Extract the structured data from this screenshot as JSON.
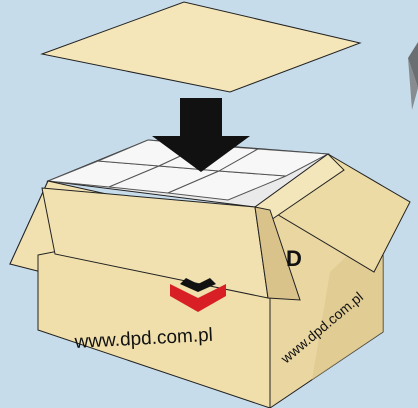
{
  "illustration": {
    "front_url": "www.dpd.com.pl",
    "side_url": "www.dpd.com.pl",
    "side_logo_fragment": "D",
    "colors": {
      "background": "#c7dcea",
      "box_front": "#f0dfab",
      "box_side": "#e9d6a1",
      "flap": "#f1e1b0",
      "lid": "#f4e6b8",
      "arrow": "#111111",
      "accent_red": "#d81f26",
      "cushion": "#f5f5f5",
      "corner_shape": "#6b6f72"
    },
    "icons": [
      "down-arrow-icon",
      "dpd-chevron-icon"
    ]
  }
}
